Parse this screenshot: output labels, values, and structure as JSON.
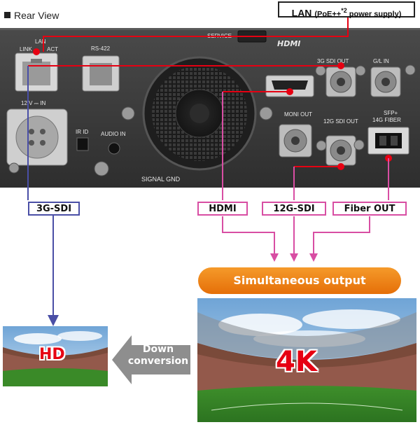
{
  "header": {
    "rear_view": "Rear View",
    "lan_main": "LAN",
    "lan_detail": "(PoE++",
    "lan_sup": "*2",
    "lan_detail_end": " power supply)"
  },
  "panel_labels": {
    "service": "SERVICE",
    "hdmi_logo": "HDMI",
    "lan": "LAN",
    "link_act": "LINK",
    "act": "ACT",
    "rs422": "RS-422",
    "sdi3g_out": "3G SDI OUT",
    "gl_in": "G/L IN",
    "v12_in": "12 V ⎓ IN",
    "moni_out": "MONI OUT",
    "sdi12g_out": "12G SDI OUT",
    "sfp_line1": "SFP+",
    "sfp_line2": "14G FIBER",
    "ir_id": "IR  ID",
    "audio_in": "AUDIO IN",
    "signal_gnd": "SIGNAL GND"
  },
  "outputs": {
    "sdi3g": "3G-SDI",
    "hdmi": "HDMI",
    "sdi12g": "12G-SDI",
    "fiber": "Fiber OUT"
  },
  "simultaneous": "Simultaneous output",
  "resolution": {
    "hd": "HD",
    "k4": "4K"
  },
  "down_conversion": {
    "line1": "Down",
    "line2": "conversion"
  },
  "colors": {
    "accent_red": "#e60012",
    "sdi3g_blue": "#4a4fa6",
    "output_pink": "#d84ea3",
    "orange": "#f08c1e",
    "panel": "#3a3a3a"
  }
}
